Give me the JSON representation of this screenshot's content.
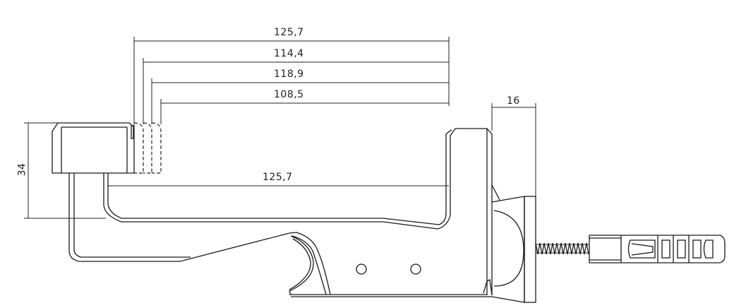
{
  "drawing": {
    "dimensions": {
      "top_outer": "125,7",
      "second": "114,4",
      "third": "118,9",
      "fourth": "108,5",
      "lower_arm": "125,7",
      "plate_thickness": "16",
      "cap_height": "34"
    },
    "colors": {
      "line": "#1a1a1a",
      "background": "#ffffff"
    }
  }
}
